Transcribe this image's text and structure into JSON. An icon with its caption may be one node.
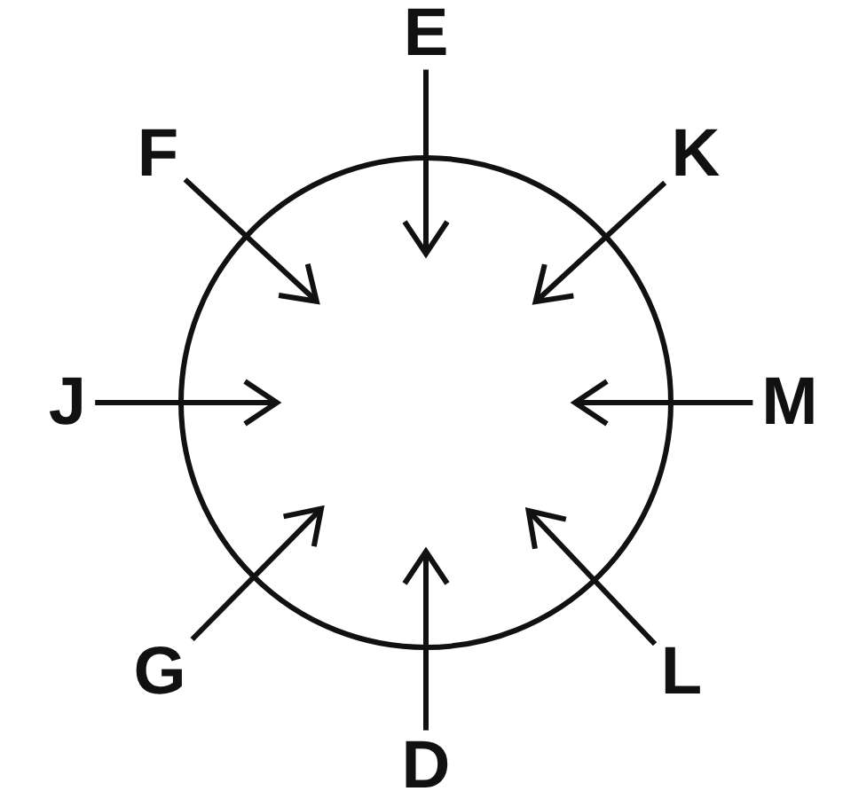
{
  "diagram": {
    "nodes": [
      {
        "text": [],
        "shape": "circle"
      },
      {
        "text": [
          "E"
        ]
      },
      {
        "text": [
          "F"
        ]
      },
      {
        "text": [
          "K"
        ]
      },
      {
        "text": [
          "J"
        ]
      },
      {
        "text": [
          "M"
        ]
      },
      {
        "text": [
          "G"
        ]
      },
      {
        "text": [
          "L"
        ]
      },
      {
        "text": [
          "D"
        ]
      }
    ],
    "edges": [
      {
        "from": 1,
        "to": 0,
        "arrow": "to"
      },
      {
        "from": 2,
        "to": 0,
        "arrow": "to"
      },
      {
        "from": 3,
        "to": 0,
        "arrow": "to"
      },
      {
        "from": 4,
        "to": 0,
        "arrow": "to"
      },
      {
        "from": 5,
        "to": 0,
        "arrow": "to"
      },
      {
        "from": 6,
        "to": 0,
        "arrow": "to"
      },
      {
        "from": 7,
        "to": 0,
        "arrow": "to"
      },
      {
        "from": 8,
        "to": 0,
        "arrow": "to"
      }
    ]
  }
}
